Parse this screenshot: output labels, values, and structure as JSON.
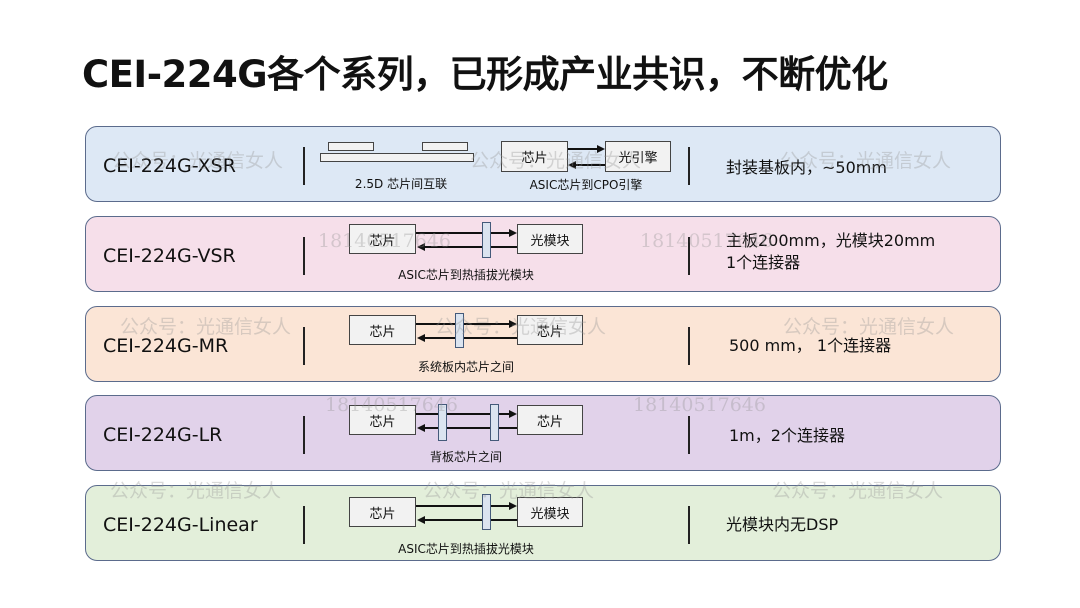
{
  "title": "CEI-224G各个系列，已形成产业共识，不断优化",
  "rows": [
    {
      "name": "CEI-224G-XSR",
      "diagram": {
        "caption_left": "2.5D 芯片间互联",
        "box_a": "芯片",
        "box_b": "光引擎",
        "caption_right": "ASIC芯片到CPO引擎"
      },
      "desc": [
        "封装基板内，~50mm"
      ],
      "color": "#dde8f5"
    },
    {
      "name": "CEI-224G-VSR",
      "diagram": {
        "box_a": "芯片",
        "box_b": "光模块",
        "caption": "ASIC芯片到热插拔光模块"
      },
      "desc": [
        "主板200mm，光模块20mm",
        "1个连接器"
      ],
      "color": "#f6dfea"
    },
    {
      "name": "CEI-224G-MR",
      "diagram": {
        "box_a": "芯片",
        "box_b": "芯片",
        "caption": "系统板内芯片之间"
      },
      "desc": [
        "500 mm， 1个连接器"
      ],
      "color": "#fbe5d6"
    },
    {
      "name": "CEI-224G-LR",
      "diagram": {
        "box_a": "芯片",
        "box_b": "芯片",
        "caption": "背板芯片之间"
      },
      "desc": [
        "1m，2个连接器"
      ],
      "color": "#e1d2ea"
    },
    {
      "name": "CEI-224G-Linear",
      "diagram": {
        "box_a": "芯片",
        "box_b": "光模块",
        "caption": "ASIC芯片到热插拔光模块"
      },
      "desc": [
        "光模块内无DSP"
      ],
      "color": "#e3efda"
    }
  ],
  "watermarks": {
    "account": "公众号：光通信女人",
    "phone": "18140517646"
  }
}
